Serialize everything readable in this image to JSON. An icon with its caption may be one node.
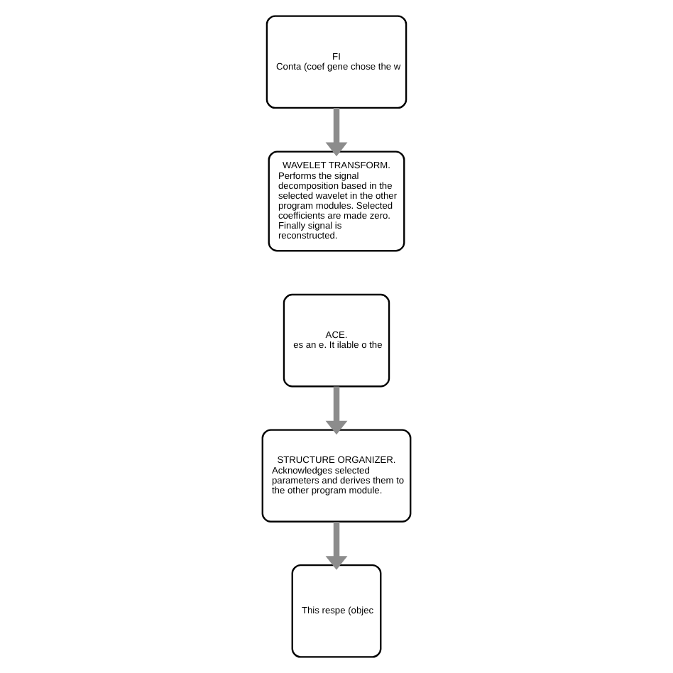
{
  "diagram": {
    "nodes": [
      {
        "text": [
          "ACE.",
          "es an e. It ilable o the"
        ]
      },
      {
        "text": [
          "STRUCTURE ORGANIZER.",
          "Acknowledges selected parameters and derives them to the other program module."
        ]
      },
      {
        "text": [
          "This respe (objec"
        ]
      },
      {
        "text": [
          "WAVELET TRANSFORM.",
          "Performs the signal decomposition based in the selected wavelet in the other program modules. Selected coefficients are made zero. Finally signal is reconstructed."
        ]
      },
      {
        "text": [
          "FI",
          "Conta (coef gene chose the w"
        ]
      }
    ],
    "edges": [
      {
        "from": 0,
        "to": 1,
        "arrow": "to"
      },
      {
        "from": 1,
        "to": 2,
        "arrow": "to"
      },
      {
        "from": 4,
        "to": 3,
        "arrow": "to"
      }
    ]
  }
}
